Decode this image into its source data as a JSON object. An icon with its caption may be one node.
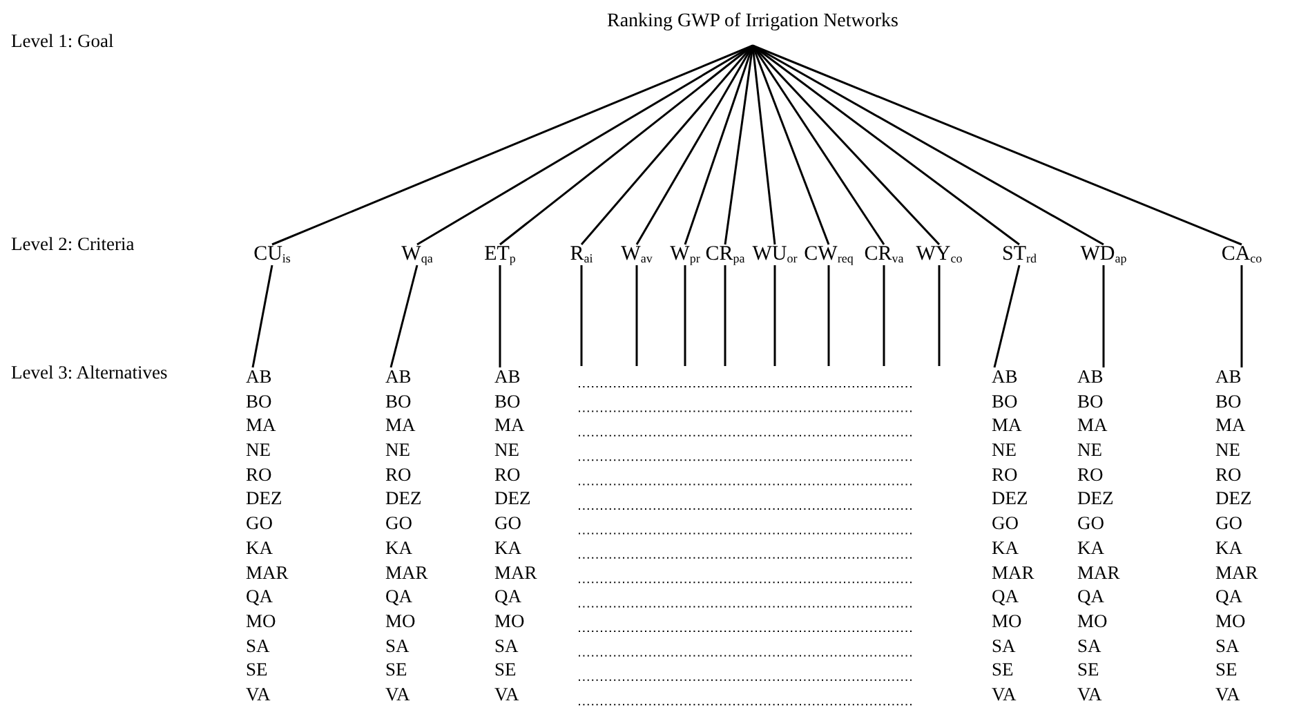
{
  "diagram": {
    "nodes": [
      {
        "text": [
          "Ranking GWP of Irrigation Networks"
        ]
      },
      {
        "text": [
          "CU$_{is}$"
        ]
      },
      {
        "text": [
          "W$_{qa}$"
        ]
      },
      {
        "text": [
          "ET$_{p}$"
        ]
      },
      {
        "text": [
          "R$_{ai}$"
        ]
      },
      {
        "text": [
          "W$_{av}$"
        ]
      },
      {
        "text": [
          "W$_{pr}$"
        ]
      },
      {
        "text": [
          "CR$_{pa}$"
        ]
      },
      {
        "text": [
          "WU$_{or}$"
        ]
      },
      {
        "text": [
          "CW$_{req}$"
        ]
      },
      {
        "text": [
          "CR$_{va}$"
        ]
      },
      {
        "text": [
          "WY$_{co}$"
        ]
      },
      {
        "text": [
          "ST$_{rd}$"
        ]
      },
      {
        "text": [
          "WD$_{ap}$"
        ]
      },
      {
        "text": [
          "CA$_{co}$"
        ]
      },
      {
        "text": [
          "AB",
          "BO",
          "MA",
          "NE",
          "RO",
          "DEZ",
          "GO",
          "KA",
          "MAR",
          "QA",
          "MO",
          "SA",
          "SE",
          "VA"
        ]
      },
      {
        "text": [
          "AB",
          "BO",
          "MA",
          "NE",
          "RO",
          "DEZ",
          "GO",
          "KA",
          "MAR",
          "QA",
          "MO",
          "SA",
          "SE",
          "VA"
        ]
      },
      {
        "text": [
          "AB",
          "BO",
          "MA",
          "NE",
          "RO",
          "DEZ",
          "GO",
          "KA",
          "MAR",
          "QA",
          "MO",
          "SA",
          "SE",
          "VA"
        ]
      },
      {
        "text": [
          "AB",
          "BO",
          "MA",
          "NE",
          "RO",
          "DEZ",
          "GO",
          "KA",
          "MAR",
          "QA",
          "MO",
          "SA",
          "SE",
          "VA"
        ]
      },
      {
        "text": [
          "AB",
          "BO",
          "MA",
          "NE",
          "RO",
          "DEZ",
          "GO",
          "KA",
          "MAR",
          "QA",
          "MO",
          "SA",
          "SE",
          "VA"
        ]
      },
      {
        "text": [
          "AB",
          "BO",
          "MA",
          "NE",
          "RO",
          "DEZ",
          "GO",
          "KA",
          "MAR",
          "QA",
          "MO",
          "SA",
          "SE",
          "VA"
        ]
      }
    ],
    "edges": [
      {
        "from": 0,
        "to": 1,
        "arrow": "none"
      },
      {
        "from": 0,
        "to": 2,
        "arrow": "none"
      },
      {
        "from": 0,
        "to": 3,
        "arrow": "none"
      },
      {
        "from": 0,
        "to": 4,
        "arrow": "none"
      },
      {
        "from": 0,
        "to": 5,
        "arrow": "none"
      },
      {
        "from": 0,
        "to": 6,
        "arrow": "none"
      },
      {
        "from": 0,
        "to": 7,
        "arrow": "none"
      },
      {
        "from": 0,
        "to": 8,
        "arrow": "none"
      },
      {
        "from": 0,
        "to": 9,
        "arrow": "none"
      },
      {
        "from": 0,
        "to": 10,
        "arrow": "none"
      },
      {
        "from": 0,
        "to": 11,
        "arrow": "none"
      },
      {
        "from": 0,
        "to": 12,
        "arrow": "none"
      },
      {
        "from": 0,
        "to": 13,
        "arrow": "none"
      },
      {
        "from": 0,
        "to": 14,
        "arrow": "none"
      },
      {
        "from": 1,
        "to": 15,
        "arrow": "none"
      },
      {
        "from": 2,
        "to": 16,
        "arrow": "none"
      },
      {
        "from": 3,
        "to": 17,
        "arrow": "none"
      },
      {
        "from": 4,
        "to": null,
        "arrow": "none"
      },
      {
        "from": 5,
        "to": null,
        "arrow": "none"
      },
      {
        "from": 6,
        "to": null,
        "arrow": "none"
      },
      {
        "from": 7,
        "to": null,
        "arrow": "none"
      },
      {
        "from": 8,
        "to": null,
        "arrow": "none"
      },
      {
        "from": 9,
        "to": null,
        "arrow": "none"
      },
      {
        "from": 10,
        "to": null,
        "arrow": "none"
      },
      {
        "from": 11,
        "to": null,
        "arrow": "none"
      },
      {
        "from": 12,
        "to": 18,
        "arrow": "none"
      },
      {
        "from": 13,
        "to": 19,
        "arrow": "none"
      },
      {
        "from": 14,
        "to": 20,
        "arrow": "none"
      }
    ],
    "labels": [
      "Level 1: Goal",
      "Level 2: Criteria",
      "Level 3: Alternatives"
    ]
  }
}
